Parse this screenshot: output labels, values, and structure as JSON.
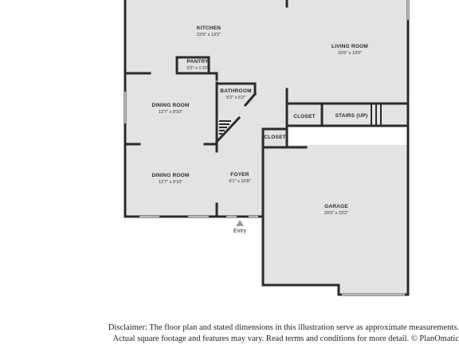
{
  "rooms": {
    "kitchen": {
      "name": "KITCHEN",
      "dims": "22'6\" x 13'2\""
    },
    "living_room": {
      "name": "LIVING ROOM",
      "dims": "16'6\" x 19'0\""
    },
    "pantry": {
      "name": "PANTRY",
      "dims": "5'3\" x 1'10\""
    },
    "bathroom": {
      "name": "BATHROOM",
      "dims": "5'2\" x 6'2\""
    },
    "dining_room_1": {
      "name": "DINING ROOM",
      "dims": "12'7\" x 9'10\""
    },
    "closet_1": {
      "name": "CLOSET"
    },
    "stairs": {
      "name": "STAIRS (UP)"
    },
    "closet_2": {
      "name": "CLOSET"
    },
    "dining_room_2": {
      "name": "DINING ROOM",
      "dims": "12'7\" x 9'10\""
    },
    "foyer": {
      "name": "FOYER",
      "dims": "6'1\" x 10'8\""
    },
    "garage": {
      "name": "GARAGE",
      "dims": "20'0\" x 23'2\""
    }
  },
  "entry_label": "Entry",
  "disclaimer": {
    "line1": "Disclaimer: The floor plan and stated dimensions in this illustration serve as approximate measurements.",
    "line2": "Actual square footage and features may vary. Read terms and conditions for more detail. © PlanOmatic"
  },
  "colors": {
    "floor": "#e3e3e3",
    "wall": "#2b2b2b",
    "window": "#b9b9b9"
  }
}
